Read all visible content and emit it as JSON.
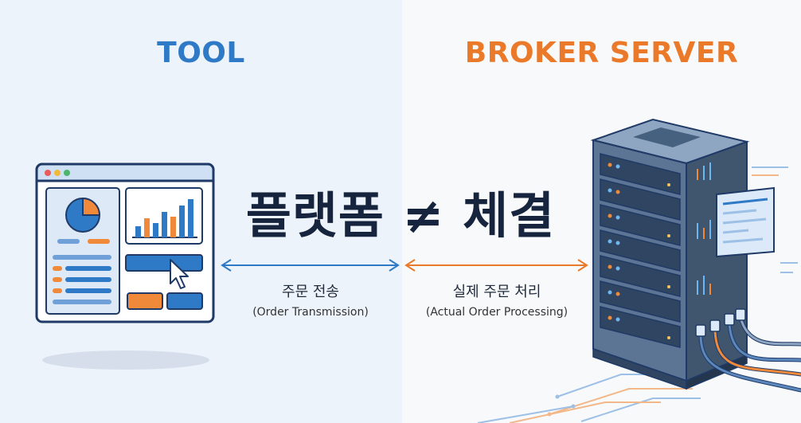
{
  "left_heading": "TOOL",
  "right_heading": "BROKER SERVER",
  "center_title": "플랫폼 ≠ 체결",
  "left_arrow_label": {
    "korean": "주문 전송",
    "english": "(Order Transmission)"
  },
  "right_arrow_label": {
    "korean": "실제 주문 처리",
    "english": "(Actual Order Processing)"
  },
  "colors": {
    "tool_blue": "#2f7ac6",
    "broker_orange": "#ea7a2a",
    "title_navy": "#16243d"
  },
  "icons": [
    "app-window-illustration",
    "pie-chart-icon",
    "bar-chart-icon",
    "mouse-cursor-icon",
    "server-rack-illustration",
    "network-cables-illustration"
  ]
}
